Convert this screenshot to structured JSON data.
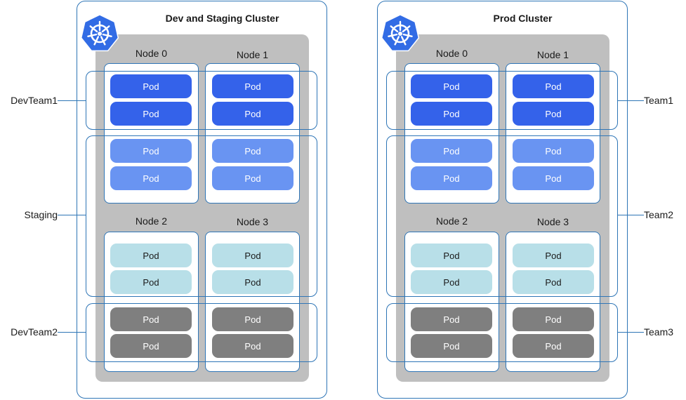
{
  "clusters": [
    {
      "title": "Dev and Staging Cluster",
      "nodes": [
        "Node 0",
        "Node 1",
        "Node 2",
        "Node 3"
      ],
      "groups": [
        "DevTeam1",
        "Staging",
        "DevTeam2"
      ]
    },
    {
      "title": "Prod Cluster",
      "nodes": [
        "Node 0",
        "Node 1",
        "Node 2",
        "Node 3"
      ],
      "groups": [
        "Team1",
        "Team2",
        "Team3"
      ]
    }
  ],
  "pod_label": "Pod",
  "logo_icon": "kubernetes-helm-icon",
  "colors": {
    "outline": "#2e75b6",
    "inner_panel": "#bfbfbf",
    "pod_team1": "#3462ea",
    "pod_team2_upper": "#6994f2",
    "pod_team2_lower": "#b8dfe8",
    "pod_team3": "#7f7f7f",
    "logo": "#326ce5"
  }
}
